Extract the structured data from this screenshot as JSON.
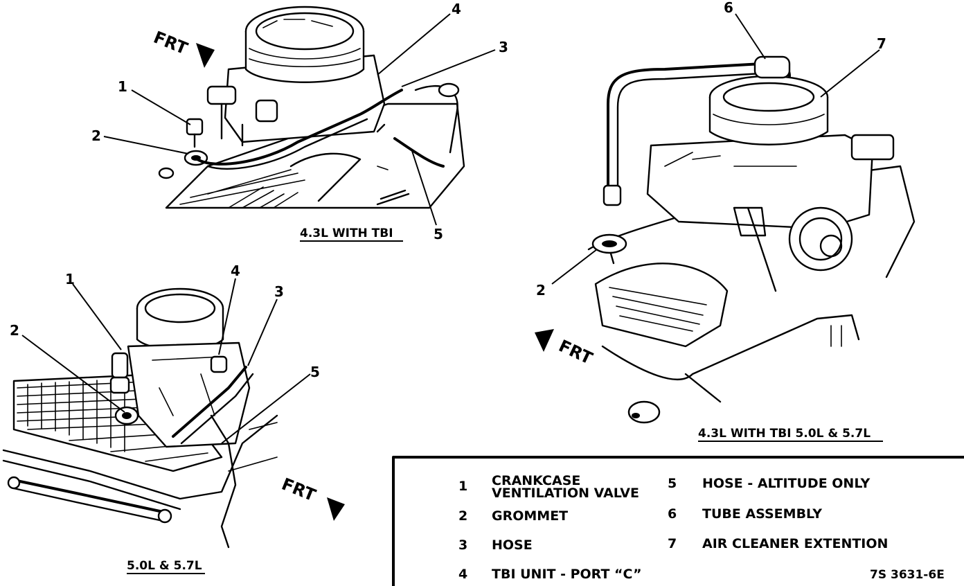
{
  "views": {
    "top_left": {
      "caption": "4.3L WITH TBI",
      "callouts": [
        "1",
        "2",
        "3",
        "4",
        "5"
      ],
      "front": "FRT"
    },
    "right": {
      "caption": "4.3L WITH TBI 5.0L & 5.7L",
      "callouts": [
        "2",
        "6",
        "7"
      ],
      "front": "FRT"
    },
    "bottom_left": {
      "caption": "5.0L & 5.7L",
      "callouts": [
        "1",
        "2",
        "3",
        "4",
        "5"
      ],
      "front": "FRT"
    }
  },
  "legend": {
    "items": [
      {
        "num": "1",
        "text_lines": [
          "CRANKCASE",
          "VENTILATION VALVE"
        ]
      },
      {
        "num": "2",
        "text_lines": [
          "GROMMET"
        ]
      },
      {
        "num": "3",
        "text_lines": [
          "HOSE"
        ]
      },
      {
        "num": "4",
        "text_lines": [
          "TBI UNIT - PORT “C”"
        ]
      },
      {
        "num": "5",
        "text_lines": [
          "HOSE - ALTITUDE ONLY"
        ]
      },
      {
        "num": "6",
        "text_lines": [
          "TUBE ASSEMBLY"
        ]
      },
      {
        "num": "7",
        "text_lines": [
          "AIR CLEANER EXTENTION"
        ]
      }
    ],
    "figure_code": "7S 3631-6E"
  }
}
